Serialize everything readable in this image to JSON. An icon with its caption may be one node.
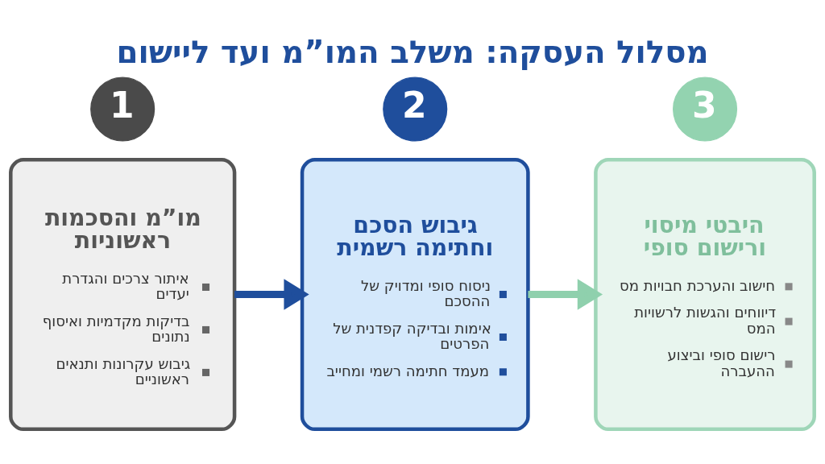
{
  "diagram": {
    "title": "מסלול העסקה: משלב המו”מ ועד ליישום",
    "nodes": [
      {
        "text": [
          "1"
        ]
      },
      {
        "text": [
          "מו”מ והסכמות ראשוניות",
          "איתור צרכים והגדרת יעדים",
          "בדיקות מקדמיות ואיסוף נתונים",
          "גיבוש עקרונות ותנאים ראשוניים"
        ]
      },
      {
        "text": [
          "2"
        ]
      },
      {
        "text": [
          "גיבוש הסכם וחתימה רשמית",
          "ניסוח סופי ומדויק של ההסכם",
          "אימות ובדיקה קפדנית של הפרטים",
          "מעמד חתימה רשמי ומחייב"
        ]
      },
      {
        "text": [
          "3"
        ]
      },
      {
        "text": [
          "היבטי מיסוי ורישום סופי",
          "חישוב והערכת חבויות מס",
          "דיווחים והגשות לרשויות המס",
          "רישום סופי וביצוע ההעברה"
        ]
      }
    ],
    "edges": [
      {
        "from": 1,
        "to": 3,
        "arrow": "to",
        "color": "#1f4e9c"
      },
      {
        "from": 3,
        "to": 5,
        "arrow": "to",
        "color": "#8fd0ad"
      }
    ]
  }
}
